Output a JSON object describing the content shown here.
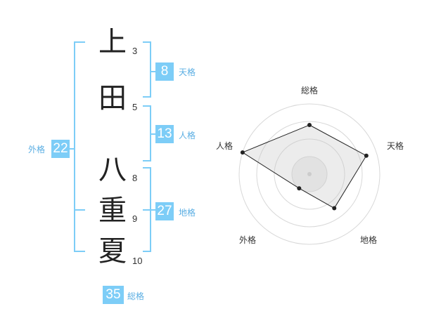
{
  "name": {
    "chars": [
      {
        "char": "上",
        "strokes": "3"
      },
      {
        "char": "田",
        "strokes": "5"
      },
      {
        "char": "八",
        "strokes": "8"
      },
      {
        "char": "重",
        "strokes": "9"
      },
      {
        "char": "夏",
        "strokes": "10"
      }
    ]
  },
  "fortunes": {
    "tenkaku": {
      "value": "8",
      "label": "天格"
    },
    "jinkaku": {
      "value": "13",
      "label": "人格"
    },
    "chikaku": {
      "value": "27",
      "label": "地格"
    },
    "gaikaku": {
      "value": "22",
      "label": "外格"
    },
    "soukaku": {
      "value": "35",
      "label": "総格"
    }
  },
  "colors": {
    "accent": "#7dcdf7",
    "label": "#5aaee3",
    "text": "#222222"
  },
  "chart_data": {
    "type": "radar",
    "axes": [
      "総格",
      "天格",
      "地格",
      "外格",
      "人格"
    ],
    "values": [
      0.7,
      0.85,
      0.6,
      0.25,
      1.0
    ],
    "range": [
      0,
      1
    ],
    "rings": 4
  }
}
